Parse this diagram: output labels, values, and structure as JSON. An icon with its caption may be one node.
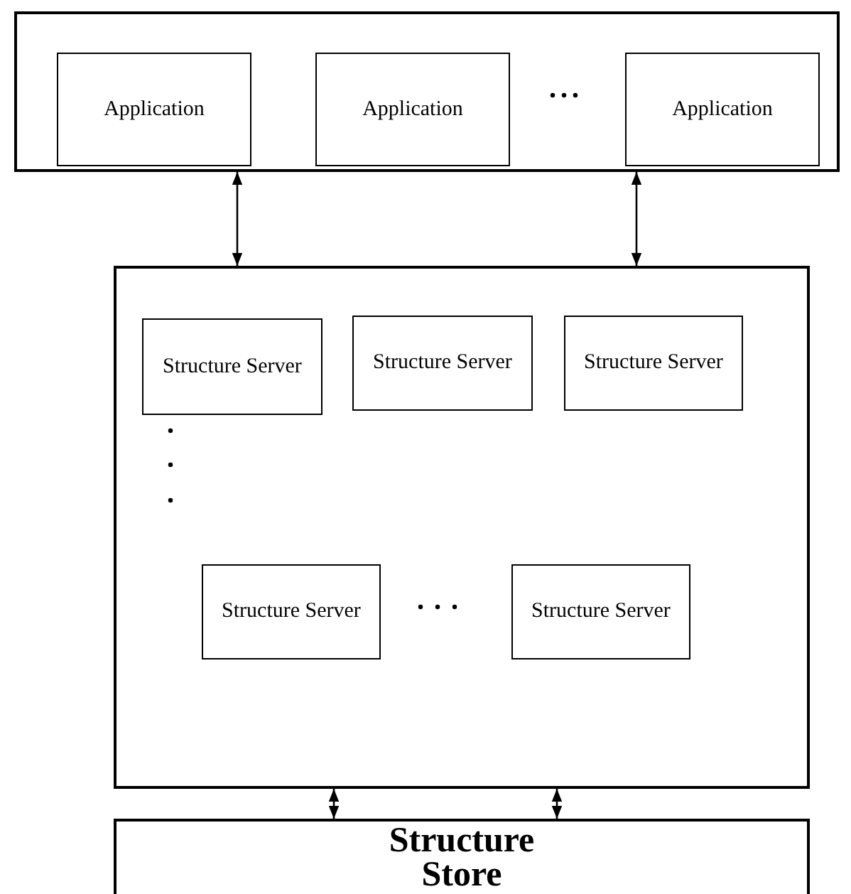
{
  "diagram": {
    "nodes": [
      {
        "text": [],
        "shape": "box"
      },
      {
        "text": [
          "Application"
        ],
        "in": 0
      },
      {
        "text": [
          "Application"
        ],
        "in": 0
      },
      {
        "text": [
          "Application"
        ],
        "in": 0
      },
      {
        "text": [],
        "shape": "box"
      },
      {
        "text": [
          "Structure Server"
        ],
        "in": 4
      },
      {
        "text": [
          "Structure Server"
        ],
        "in": 4
      },
      {
        "text": [
          "Structure Server"
        ],
        "in": 4
      },
      {
        "text": [
          "Structure Server"
        ],
        "in": 4
      },
      {
        "text": [
          "Structure Server"
        ],
        "in": 4
      },
      {
        "text": [
          "Structure Store"
        ]
      }
    ],
    "edges": [
      {
        "from": 0,
        "to": 4,
        "arrow": "both"
      },
      {
        "from": 0,
        "to": 4,
        "arrow": "both"
      },
      {
        "from": 4,
        "to": 10,
        "arrow": "both"
      },
      {
        "from": 4,
        "to": 10,
        "arrow": "both"
      }
    ]
  }
}
